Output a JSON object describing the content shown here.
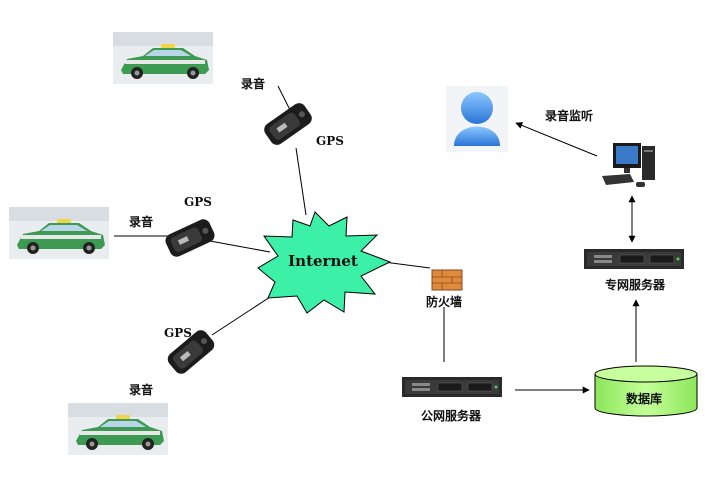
{
  "labels": {
    "record": "录音",
    "gps": "GPS",
    "internet": "Internet",
    "firewall": "防火墙",
    "public_server": "公网服务器",
    "database": "数据库",
    "private_server": "专网服务器",
    "monitor": "录音监听"
  },
  "colors": {
    "cloud": "#3cf0a8",
    "database": "#a8ff7a",
    "taxi_body": "#3c9a52",
    "taxi_roof": "#f2d34a",
    "device": "#1c1c1c",
    "firewall": "#e08a3c",
    "server": "#2a2a2a",
    "user_icon": "#3f8fe6"
  },
  "icons": [
    "taxi-icon",
    "gps-recorder-icon",
    "firewall-icon",
    "server-icon",
    "database-icon",
    "computer-icon",
    "user-icon"
  ]
}
